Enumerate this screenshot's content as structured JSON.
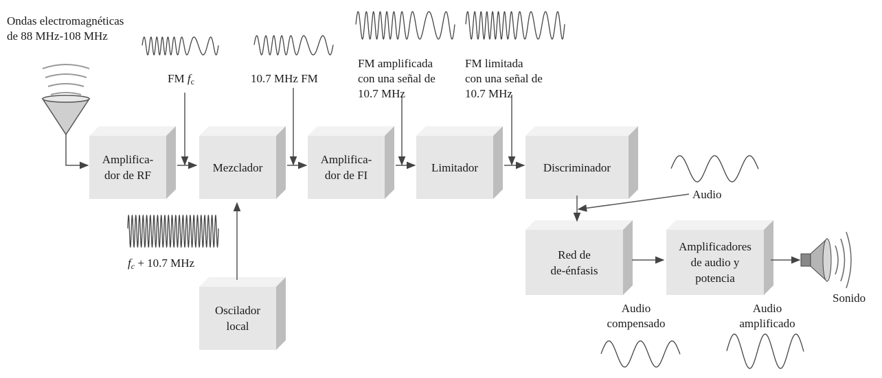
{
  "antenna_caption": "Ondas electromagnéticas\nde 88 MHz-108 MHz",
  "blocks": {
    "rf_amp": "Amplifica-\ndor de RF",
    "mixer": "Mezclador",
    "if_amp": "Amplifica-\ndor de FI",
    "limiter": "Limitador",
    "discriminator": "Discriminador",
    "local_osc": "Oscilador\nlocal",
    "deemphasis": "Red de\nde-énfasis",
    "audio_power": "Amplificadores\nde audio y\npotencia"
  },
  "signals": {
    "fm_fc_prefix": "FM ",
    "fm_fc_var": "f",
    "fm_fc_sub": "c",
    "if_fm": "10.7 MHz FM",
    "fm_amplified": "FM amplificada\ncon una señal de\n10.7 MHz",
    "fm_limited": "FM limitada\ncon una señal de\n10.7 MHz",
    "lo_var": "f",
    "lo_sub": "c",
    "lo_suffix": " + 10.7 MHz",
    "audio": "Audio",
    "audio_compensated": "Audio\ncompensado",
    "audio_amplified": "Audio\namplificado",
    "sound": "Sonido"
  },
  "colors": {
    "box_front": "#e6e6e6",
    "box_top": "#f2f2f2",
    "box_side": "#bdbdbd",
    "line": "#555555",
    "wave": "#444444"
  }
}
